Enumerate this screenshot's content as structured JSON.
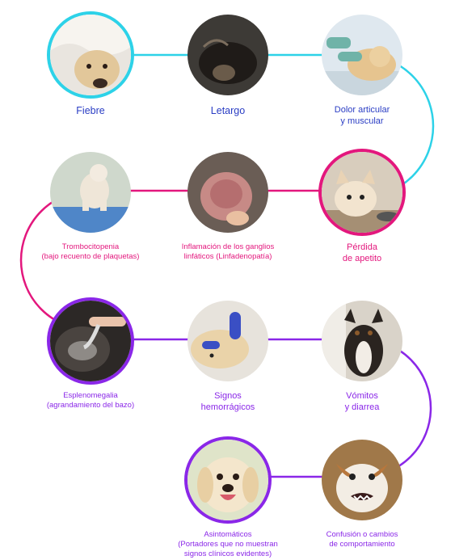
{
  "colors": {
    "row1": "#2dd2e8",
    "row2": "#e3177d",
    "row3": "#8a27e8",
    "label_row1": "#2a3dc4",
    "label_row2": "#e3177d",
    "label_row3": "#8a27e8"
  },
  "symptoms": [
    {
      "id": "fiebre",
      "label": "Fiebre",
      "image": "sick-dog-under-blanket",
      "ring": true
    },
    {
      "id": "letargo",
      "label": "Letargo",
      "image": "sleeping-dog",
      "ring": false
    },
    {
      "id": "dolor",
      "label": "Dolor articular\ny muscular",
      "image": "vet-examining-puppy",
      "ring": false
    },
    {
      "id": "perdida",
      "label": "Pérdida\nde apetito",
      "image": "chihuahua-with-food-bowl",
      "ring": true
    },
    {
      "id": "inflamacion",
      "label": "Inflamación de los ganglios\nlinfáticos (Linfadenopatía)",
      "image": "inflamed-skin-closeup",
      "ring": false
    },
    {
      "id": "trombocitopenia",
      "label": "Trombocitopenia\n(bajo recuento de plaquetas)",
      "image": "dog-on-exam-table",
      "ring": false
    },
    {
      "id": "esplenomegalia",
      "label": "Esplenomegalia\n(agrandamiento del bazo)",
      "image": "ultrasound-on-dog",
      "ring": true
    },
    {
      "id": "signos",
      "label": "Signos\nhemorrágicos",
      "image": "vet-gloves-checking-dog",
      "ring": false
    },
    {
      "id": "vomitos",
      "label": "Vómitos\ny diarrea",
      "image": "sad-dog-indoors",
      "ring": false
    },
    {
      "id": "confusion",
      "label": "Confusión o cambios\nde comportamiento",
      "image": "growling-dog",
      "ring": false
    },
    {
      "id": "asintomaticos",
      "label": "Asintomáticos\n(Portadores que no muestran\nsignos clínicos evidentes)",
      "image": "happy-golden-retriever",
      "ring": true
    }
  ]
}
